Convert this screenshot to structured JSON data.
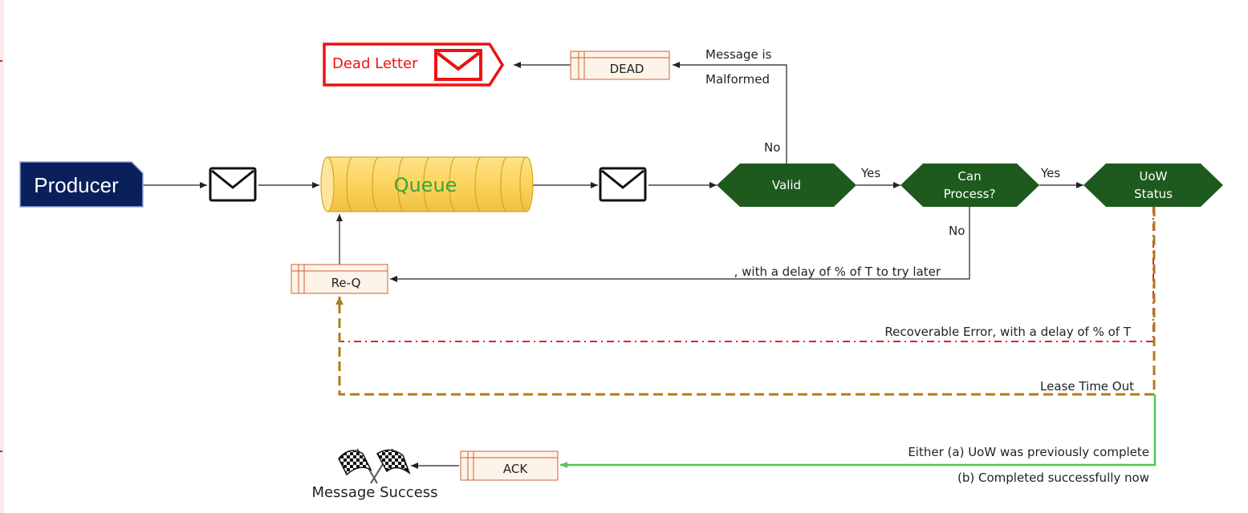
{
  "colors": {
    "producer_fill": "#0a1f5c",
    "decision_fill": "#1e5a1e",
    "queue_fill": "#fbd45c",
    "queue_stroke": "#d9a520",
    "queue_text": "#3aa33a",
    "dead_letter": "#ee1111",
    "box_stroke": "#d06030",
    "box_fill": "#fdf3e8",
    "recoverable_line": "#e52222",
    "lease_line": "#b07c18",
    "ack_line": "#55c655",
    "arrow": "#222222"
  },
  "icons": [
    "envelope-icon",
    "red-envelope-icon",
    "checkered-flags-icon"
  ],
  "nodes": {
    "producer": "Producer",
    "queue": "Queue",
    "dead_letter": "Dead Letter",
    "dead_box": "DEAD",
    "valid": "Valid",
    "can_process_line1": "Can",
    "can_process_line2": "Process?",
    "uow_status_line1": "UoW",
    "uow_status_line2": "Status",
    "reqbox": "Re-Q",
    "ack_box": "ACK",
    "success": "Message Success"
  },
  "edge_labels": {
    "malformed_line1": "Message is",
    "malformed_line2": "Malformed",
    "valid_no": "No",
    "valid_yes": "Yes",
    "process_yes": "Yes",
    "process_no": "No",
    "retry_later": ", with a delay of % of T to try later",
    "recoverable": "Recoverable Error, with a delay of % of T",
    "lease_timeout": "Lease Time Out",
    "either_line1": "Either (a) UoW was previously complete",
    "either_line2": "(b) Completed successfully now"
  }
}
